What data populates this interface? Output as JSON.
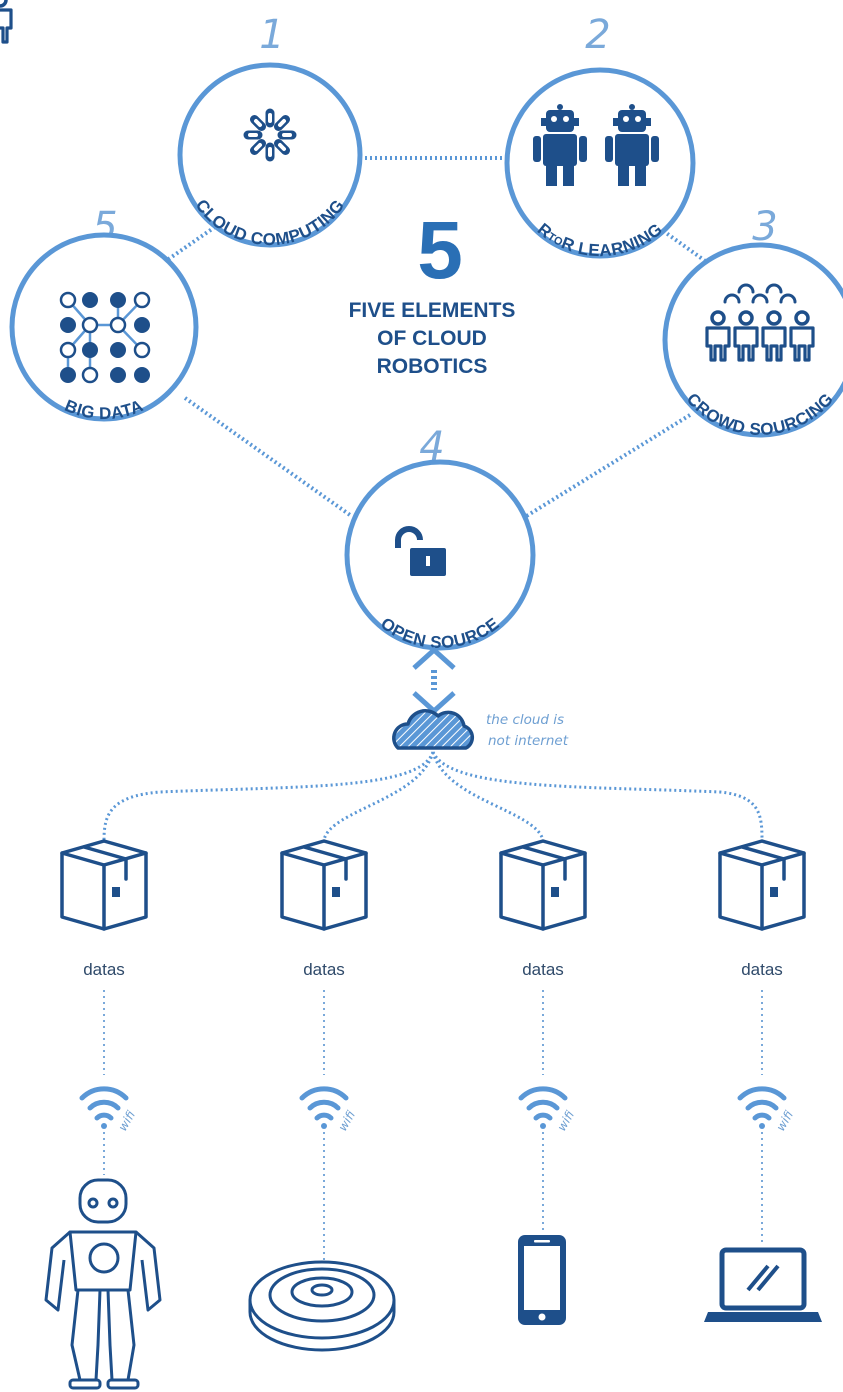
{
  "elements": [
    {
      "number": "1",
      "label": "CLOUD COMPUTING",
      "icon": "loading-spinner-icon"
    },
    {
      "number": "2",
      "label_r1": "R",
      "label_to": "TO",
      "label_r2": "R",
      "label_rest": " LEARNING",
      "icon": "robots-icon"
    },
    {
      "number": "3",
      "label": "CROWD SOURCING",
      "icon": "crowd-icon"
    },
    {
      "number": "4",
      "label": "OPEN SOURCE",
      "icon": "unlocked-padlock-icon"
    },
    {
      "number": "5",
      "label": "BIG DATA",
      "icon": "data-network-icon"
    }
  ],
  "center": {
    "number": "5",
    "line1": "FIVE ELEMENTS",
    "line2": "OF CLOUD",
    "line3": "ROBOTICS"
  },
  "cloud": {
    "note_line1": "the cloud is",
    "note_line2": "not internet",
    "icon": "cloud-icon"
  },
  "devices": [
    {
      "box_label": "datas",
      "wifi_label": "wifi",
      "device": "humanoid-robot-icon"
    },
    {
      "box_label": "datas",
      "wifi_label": "wifi",
      "device": "robot-vacuum-icon"
    },
    {
      "box_label": "datas",
      "wifi_label": "wifi",
      "device": "smartphone-icon"
    },
    {
      "box_label": "datas",
      "wifi_label": "wifi",
      "device": "laptop-icon"
    }
  ],
  "colors": {
    "ring": "#5a97d6",
    "dark_blue": "#1e4f8a",
    "number_light_blue": "#7aa9da",
    "center_number": "#2a6fb5"
  }
}
